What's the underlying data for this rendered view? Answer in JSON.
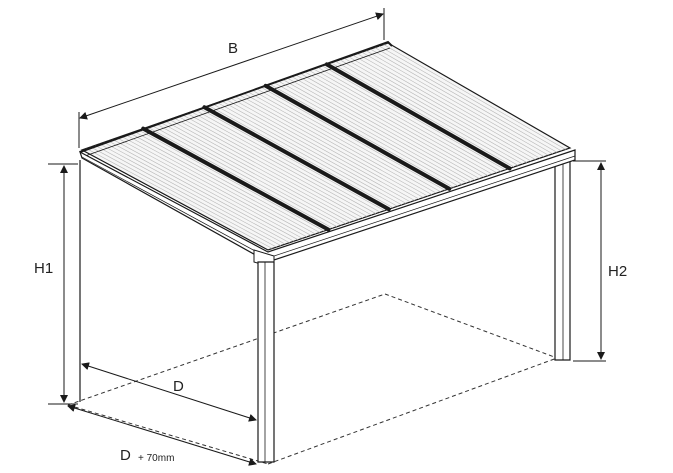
{
  "diagram": {
    "labels": {
      "width": "B",
      "height_left": "H1",
      "height_right": "H2",
      "depth": "D",
      "depth_total": "D",
      "depth_total_suffix": "+ 70mm"
    },
    "colors": {
      "line": "#1a1a1a",
      "panel_fill": "#f4f4f4",
      "panel_ribs": "#b5b5b5",
      "post_fill": "#ffffff",
      "dashed": "#333333"
    }
  }
}
